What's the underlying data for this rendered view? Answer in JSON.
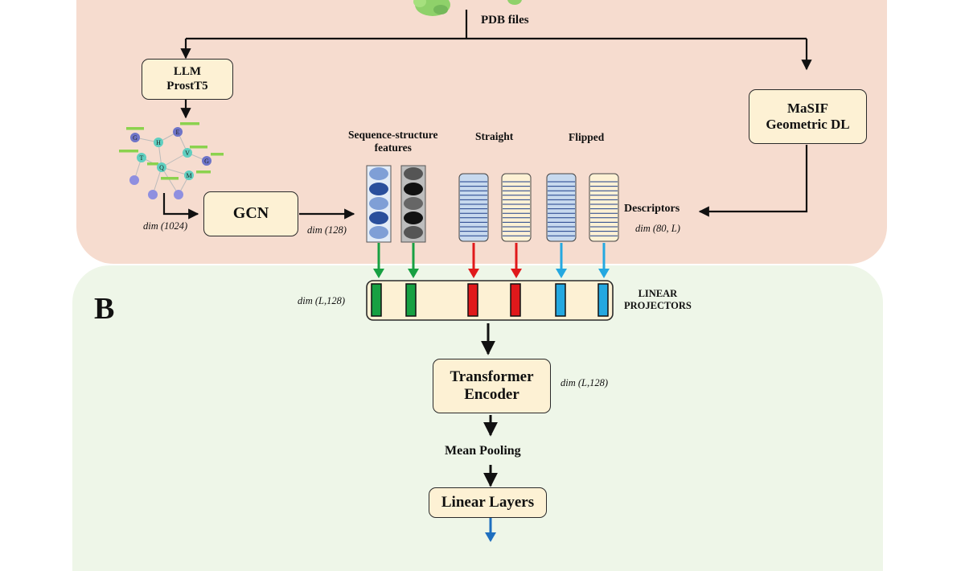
{
  "panel_label": "B",
  "pdb_label": "PDB files",
  "llm_box": {
    "line1": "LLM",
    "line2": "ProstT5"
  },
  "masif_box": {
    "line1": "MaSIF",
    "line2": "Geometric DL"
  },
  "gcn_box": "GCN",
  "graph_nodes": [
    "G",
    "H",
    "E",
    "T",
    "V",
    "Q",
    "G",
    "M"
  ],
  "column_headers": {
    "seq_struct": {
      "line1": "Sequence-structure",
      "line2": "features"
    },
    "straight": "Straight",
    "flipped": "Flipped"
  },
  "descriptors_label": "Descriptors",
  "linear_projectors": {
    "line1": "LINEAR",
    "line2": "PROJECTORS"
  },
  "transformer_box": {
    "line1": "Transformer",
    "line2": "Encoder"
  },
  "mean_pooling": "Mean Pooling",
  "linear_layers": "Linear Layers",
  "dims": {
    "llm_out": "dim (1024)",
    "gcn_out": "dim (128)",
    "descriptors": "dim (80, L)",
    "projectors": "dim (L,128)",
    "transformer": "dim (L,128)"
  },
  "colors": {
    "top_panel": "#f6dccf",
    "bottom_panel": "#eef6e8",
    "box_fill": "#fdf1d4",
    "green_arrow": "#17a042",
    "red_arrow": "#e0191b",
    "blue_arrow": "#24a8e0",
    "output_arrow": "#1f6fbf"
  }
}
